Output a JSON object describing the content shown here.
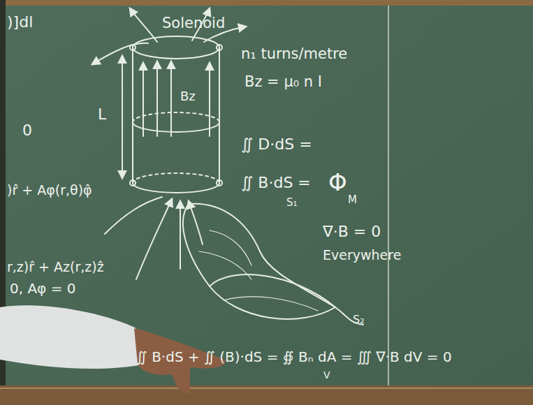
{
  "diagram": {
    "labels": [
      ")]dl",
      "0",
      ")r̂ + Aφ(r,θ)φ̂",
      "L",
      "r,z)r̂ + Az(r,z)ẑ",
      "0, Aφ = 0",
      "Solenoid",
      "n₁ turns/metre",
      "Bz = μ₀ n I",
      "Bz",
      "∬ D·dS =",
      "∬ B·dS =",
      "S₁",
      "Φ",
      "M",
      "∇·B = 0",
      "Everywhere",
      "S₂",
      "∬ B·dS + ∬ (B)·dS = ∯ Bₙ dA = ∭ ∇·B dV = 0",
      "V"
    ]
  }
}
